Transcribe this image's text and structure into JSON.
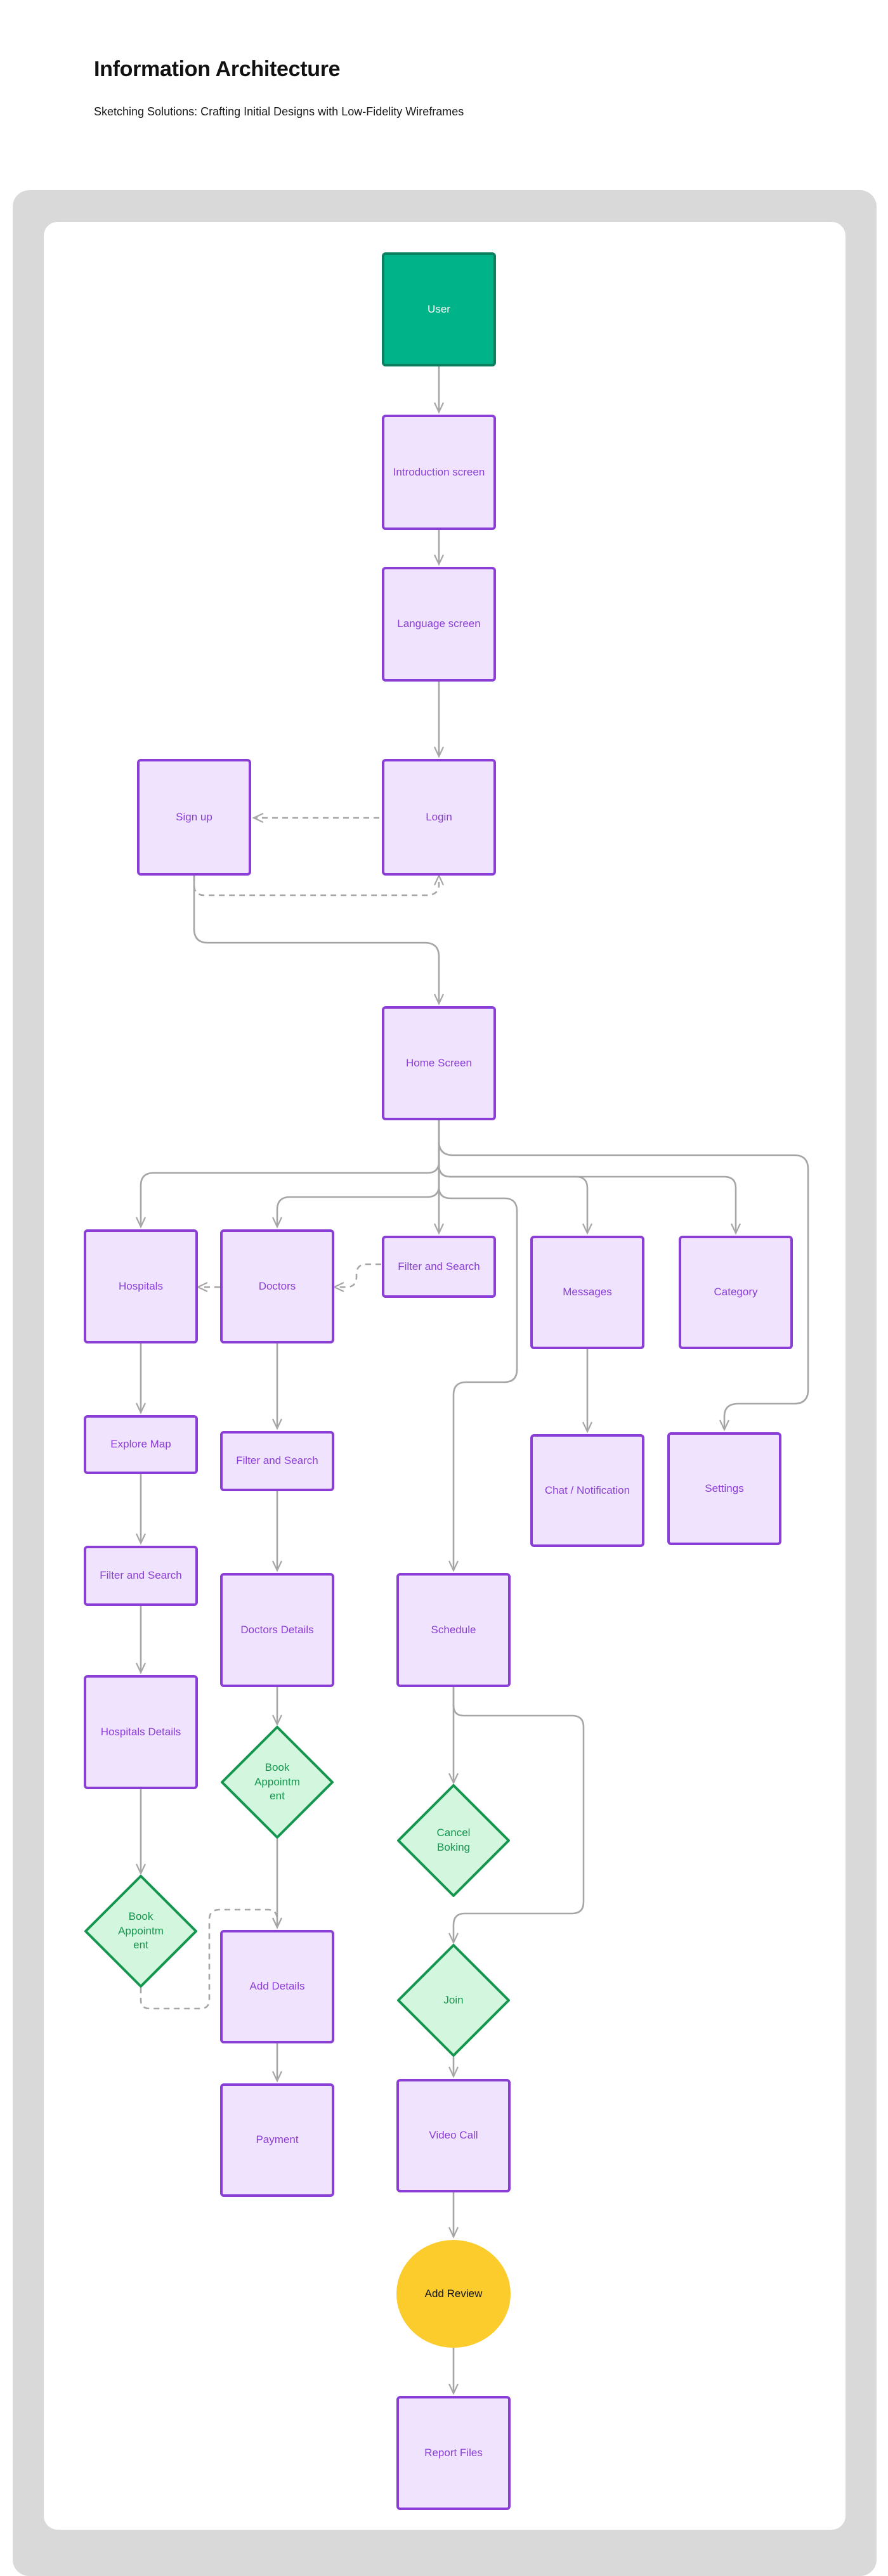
{
  "header": {
    "title": "Information Architecture",
    "subtitle": "Sketching Solutions: Crafting Initial Designs with Low-Fidelity Wireframes"
  },
  "colors": {
    "box_fill": "#efe3fd",
    "box_border": "#8b3ed6",
    "start_fill": "#00b389",
    "decision_fill": "#d3f7de",
    "decision_border": "#14964e",
    "end_fill": "#fccb2c",
    "connector": "#a6a6a6",
    "frame": "#d9d9d9"
  },
  "nodes": {
    "user": "User",
    "introduction": "Introduction screen",
    "language": "Language screen",
    "login": "Login",
    "signup": "Sign up",
    "home": "Home Screen",
    "hospitals": "Hospitals",
    "doctors": "Doctors",
    "filter_top": "Filter and Search",
    "messages": "Messages",
    "category": "Category",
    "explore_map": "Explore Map",
    "filter_doctors": "Filter and Search",
    "chat": "Chat / Notification",
    "settings": "Settings",
    "filter_hospitals": "Filter and Search",
    "doctors_details": "Doctors Details",
    "schedule": "Schedule",
    "hospitals_details": "Hospitals Details",
    "book_doctor": "Book Appointm ent",
    "cancel": "Cancel Boking",
    "book_hospital": "Book Appointm ent",
    "add_details": "Add Details",
    "join": "Join",
    "video_call": "Video Call",
    "payment": "Payment",
    "add_review": "Add Review",
    "report_files": "Report Files"
  }
}
